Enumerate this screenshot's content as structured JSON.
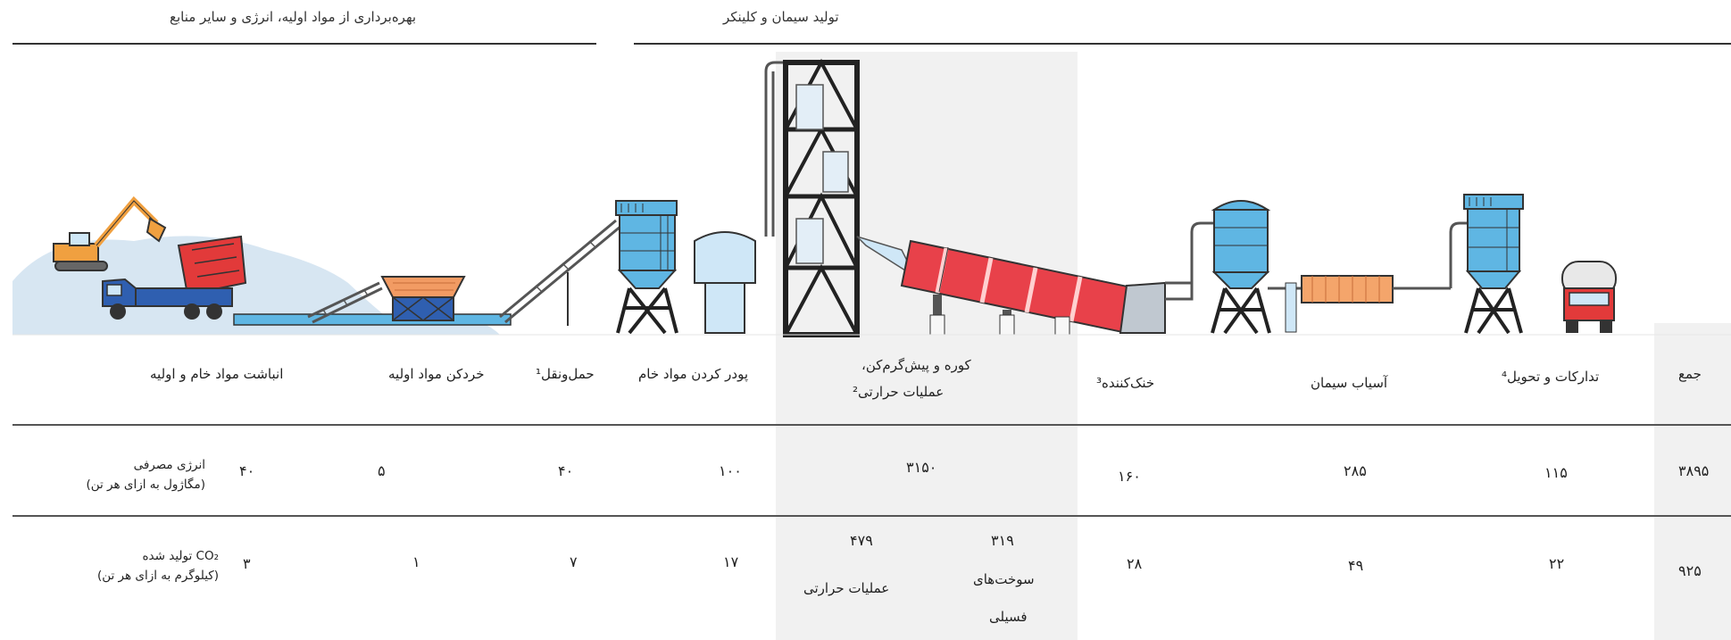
{
  "header": {
    "left_group": "بهره‌برداری از مواد اولیه، انرژی و سایر منابع",
    "right_group": "تولید سیمان و کلینکر"
  },
  "stages": {
    "stockpile": "انباشت مواد خام و اولیه",
    "crushing": "خردکن مواد اولیه",
    "transport": "حمل‌ونقل¹",
    "raw_grinding": "پودر کردن مواد خام",
    "kiln_line1": "کوره و پیش‌گرم‌کن،",
    "kiln_line2": "عملیات حرارتی²",
    "cooler": "خنک‌کننده³",
    "cement_mill": "آسیاب سیمان",
    "logistics": "تدارکات و تحویل⁴",
    "total": "جمع"
  },
  "energy_row": {
    "label_line1": "انرژی مصرفی",
    "label_line2": "(مگاژول به ازای هر تن)",
    "stockpile": "۴۰",
    "crushing": "۵",
    "transport": "۴۰",
    "raw_grinding": "۱۰۰",
    "kiln": "۳۱۵۰",
    "cooler": "۱۶۰",
    "cement_mill": "۲۸۵",
    "logistics": "۱۱۵",
    "total": "۳۸۹۵"
  },
  "co2_row": {
    "label_line1": "CO₂ تولید شده",
    "label_line2": "(کیلوگرم به ازای هر تن)",
    "stockpile": "۳",
    "crushing": "۱",
    "transport": "۷",
    "raw_grinding": "۱۷",
    "kiln_thermal_value": "۴۷۹",
    "kiln_thermal_label": "عملیات حرارتی",
    "kiln_fossil_value": "۳۱۹",
    "kiln_fossil_label_line1": "سوخت‌های",
    "kiln_fossil_label_line2": "فسیلی",
    "cooler": "۲۸",
    "cement_mill": "۴۹",
    "logistics": "۲۲",
    "total": "۹۲۵"
  },
  "colors": {
    "tower_blue": "#5fb6e3",
    "kiln_red": "#e8414a",
    "mill_orange": "#f4a56b",
    "hopper_orange": "#f29b63",
    "truck_blue": "#2f5fb0",
    "truck_red": "#e23a3a",
    "ground_blue": "#d7e6f2",
    "excavator_orange": "#f0a040",
    "band_gray": "#f1f1f1"
  }
}
